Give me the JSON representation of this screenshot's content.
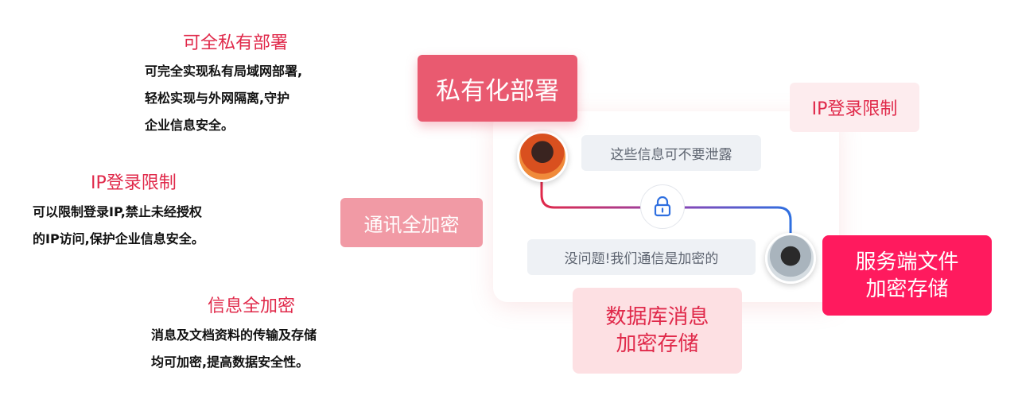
{
  "features": [
    {
      "title": "可全私有部署",
      "lines": [
        "可完全实现私有局域网部署,",
        "轻松实现与外网隔离,守护",
        "企业信息安全。"
      ]
    },
    {
      "title": "IP登录限制",
      "lines": [
        "可以限制登录IP,禁止未经授权",
        "的IP访问,保护企业信息安全。"
      ]
    },
    {
      "title": "信息全加密",
      "lines": [
        "消息及文档资料的传输及存储",
        "均可加密,提高数据安全性。"
      ]
    }
  ],
  "chat": {
    "message_1": "这些信息可不要泄露",
    "message_2": "没问题!我们通信是加密的",
    "lock_icon": "lock-icon"
  },
  "tags": {
    "private_deploy": "私有化部署",
    "ip_limit": "IP登录限制",
    "comm_encrypt": "通讯全加密",
    "server_file": [
      "服务端文件",
      "加密存储"
    ],
    "db_msg": [
      "数据库消息",
      "加密存储"
    ]
  },
  "colors": {
    "accent_red": "#e0294a",
    "private_deploy_bg": "#e95a70",
    "comm_encrypt_bg": "#f19aa5",
    "ip_limit_bg": "#fdecee",
    "server_file_bg": "#ff1a5e",
    "db_msg_bg": "#fde0e3"
  }
}
